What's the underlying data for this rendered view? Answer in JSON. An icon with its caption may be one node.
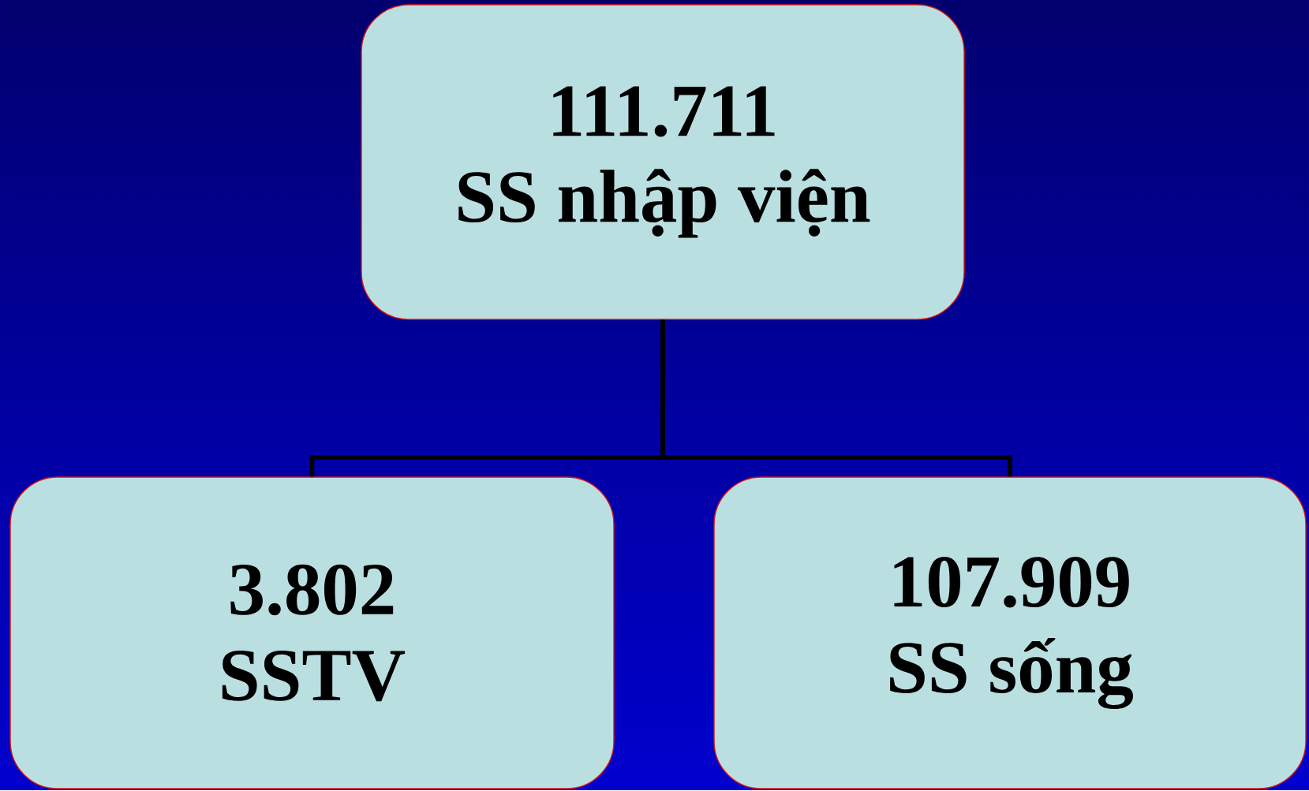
{
  "diagram": {
    "nodes": [
      {
        "text": [
          "111.711",
          "SS nhập viện"
        ]
      },
      {
        "text": [
          "3.802",
          "SSTV"
        ]
      },
      {
        "text": [
          "107.909",
          "SS sống"
        ]
      }
    ],
    "edges": [
      {
        "from": 0,
        "to": 1,
        "arrow": "none"
      },
      {
        "from": 0,
        "to": 2,
        "arrow": "none"
      }
    ]
  }
}
